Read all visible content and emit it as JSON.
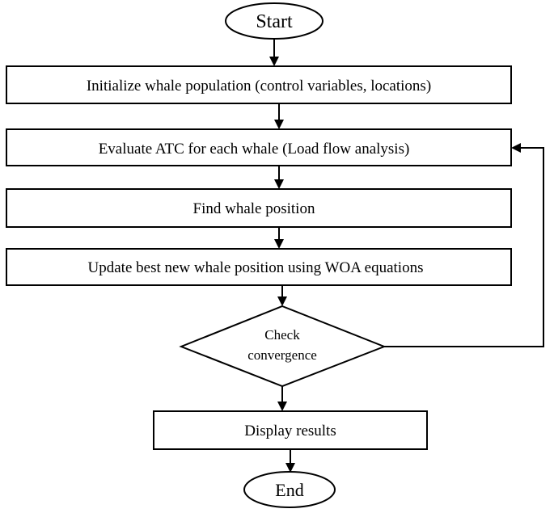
{
  "diagram": {
    "type": "flowchart",
    "nodes": {
      "start": "Start",
      "initialize": "Initialize whale population (control variables, locations)",
      "evaluate": "Evaluate ATC for each whale (Load flow analysis)",
      "find_position": "Find whale position",
      "update_position": "Update best new whale position using WOA equations",
      "check_line1": "Check",
      "check_line2": "convergence",
      "display": "Display results",
      "end": "End"
    },
    "edges": [
      {
        "from": "start",
        "to": "initialize"
      },
      {
        "from": "initialize",
        "to": "evaluate"
      },
      {
        "from": "evaluate",
        "to": "find_position"
      },
      {
        "from": "find_position",
        "to": "update_position"
      },
      {
        "from": "update_position",
        "to": "check"
      },
      {
        "from": "check",
        "to": "display"
      },
      {
        "from": "check",
        "to": "evaluate",
        "kind": "feedback-loop"
      },
      {
        "from": "display",
        "to": "end"
      }
    ]
  }
}
